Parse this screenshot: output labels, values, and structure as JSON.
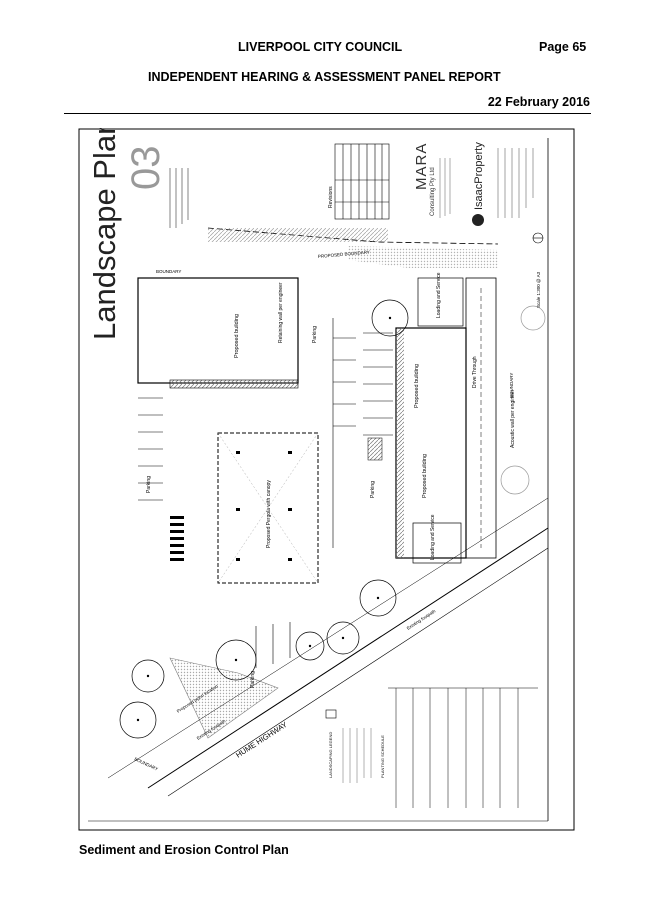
{
  "header": {
    "council": "LIVERPOOL CITY COUNCIL",
    "page": "Page 65",
    "report": "INDEPENDENT HEARING & ASSESSMENT PANEL REPORT",
    "date": "22 February 2016"
  },
  "drawing": {
    "title": "Landscape Plan",
    "number": "03",
    "mara_name": "MARA",
    "mara_sub": "Consulting Pty Ltd",
    "company": "IsaacProperty",
    "road": "HUME HIGHWAY",
    "proposed_boundary": "PROPOSED BOUNDARY",
    "boundary": "BOUNDARY",
    "building_1": "Proposed building",
    "building_2": "Proposed building",
    "building_3": "Proposed building",
    "retaining": "Retaining wall per engineer",
    "acoustic": "Acoustic wall per engineer",
    "footpath": "Existing footpath",
    "footpath_2": "Existing footpath",
    "parking": "Parking",
    "loading_1": "Loading and Service",
    "loading_2": "Loading and Service",
    "drive_through": "Drive Through",
    "pylon": "Proposed pylon location",
    "pergola": "Proposed Pergola with canopy",
    "scale": "Scale 1:300 @ A3",
    "revisions": "Revisions",
    "legend": "LANDSCAPING LEGEND",
    "planting_schedule": "PLANTING SCHEDULE"
  },
  "caption": "Sediment and Erosion Control Plan",
  "colors": {
    "ink": "#000000",
    "line": "#444444",
    "hatch": "#888888"
  }
}
